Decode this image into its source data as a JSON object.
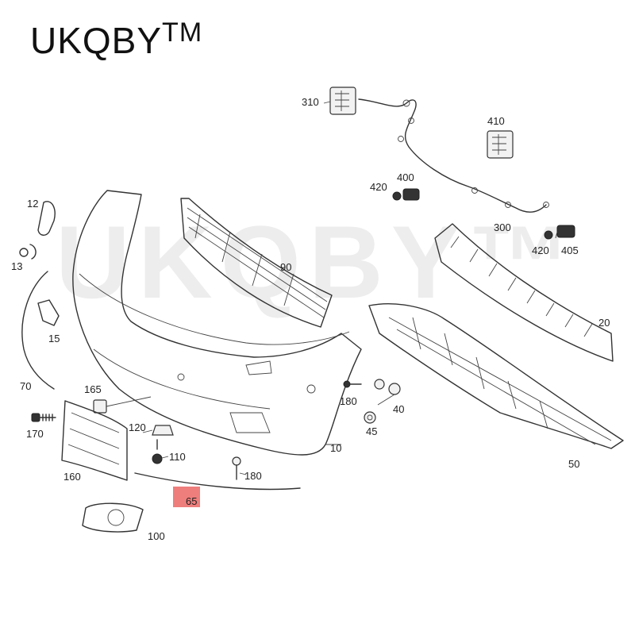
{
  "brand": {
    "name": "UKQBY",
    "mark": "TM"
  },
  "watermark": "UKQBY™",
  "highlight_color": "#e53935",
  "parts": {
    "p310": "310",
    "p410": "410",
    "p400": "400",
    "p420a": "420",
    "p12": "12",
    "p13": "13",
    "p300": "300",
    "p420b": "420",
    "p405": "405",
    "p90": "90",
    "p15": "15",
    "p20": "20",
    "p70": "70",
    "p165": "165",
    "p180a": "180",
    "p40": "40",
    "p170": "170",
    "p120": "120",
    "p45": "45",
    "p110": "110",
    "p10": "10",
    "p160": "160",
    "p180b": "180",
    "p50": "50",
    "p65": "65",
    "p100": "100"
  }
}
